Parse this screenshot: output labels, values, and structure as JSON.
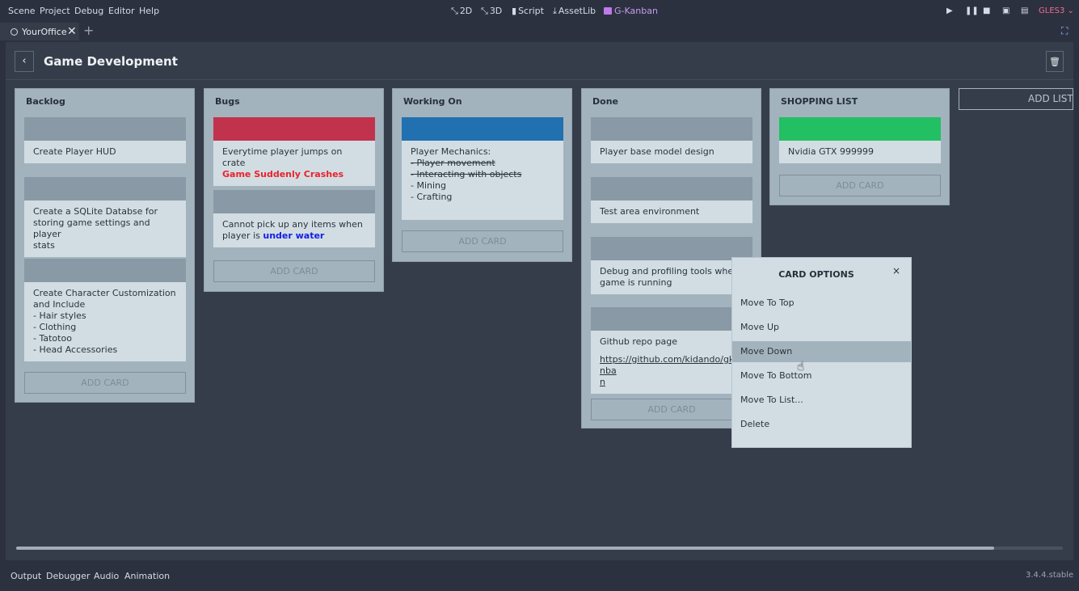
{
  "menu": [
    "Scene",
    "Project",
    "Debug",
    "Editor",
    "Help"
  ],
  "workspaces": [
    {
      "label": "2D",
      "glyph": "⤡"
    },
    {
      "label": "3D",
      "glyph": "⤡"
    },
    {
      "label": "Script",
      "glyph": "▮"
    },
    {
      "label": "AssetLib",
      "glyph": "⤓"
    },
    {
      "label": "G-Kanban",
      "glyph": ""
    }
  ],
  "renderer": "GLES3 ⌄",
  "tab": {
    "label": "YourOffice",
    "close": "✕",
    "add": "+"
  },
  "board": {
    "title": "Game Development",
    "back": "‹",
    "trash": "🗑"
  },
  "lists": [
    {
      "title": "Backlog",
      "cards": [
        {
          "lines": [
            "Create Player HUD"
          ]
        },
        {
          "lines": [
            "Create a SQLite Databse for",
            "storing game settings and player",
            "stats"
          ]
        },
        {
          "lines": [
            "Create Character Customization",
            "and Include",
            "- Hair styles",
            "- Clothing",
            "- Tatotoo",
            "- Head Accessories"
          ]
        }
      ],
      "add_card": "ADD CARD"
    },
    {
      "title": "Bugs",
      "cards": [
        {
          "label_color": "#c1334c",
          "text": "Everytime player jumps on crate",
          "highlight": "Game Suddenly Crashes"
        },
        {
          "text_a": "Cannot pick up any items when",
          "text_b": "player is ",
          "highlight": "under water"
        }
      ],
      "add_card": "ADD CARD"
    },
    {
      "title": "Working On",
      "cards": [
        {
          "label_color": "#2171b0",
          "intro": "Player Mechanics:",
          "done": [
            "- Player movement",
            "- Interacting with objects"
          ],
          "todo": [
            "- Mining",
            "- Crafting"
          ]
        }
      ],
      "add_card": "ADD CARD"
    },
    {
      "title": "Done",
      "cards": [
        {
          "lines": [
            "Player base model design"
          ]
        },
        {
          "lines": [
            "Test area environment"
          ]
        },
        {
          "lines": [
            "Debug and profiling tools when",
            "game is running"
          ]
        },
        {
          "title": "Github repo page",
          "link": "https://github.com/kidando/gkanba",
          "link_tail": "n"
        }
      ],
      "add_card": "ADD CARD"
    },
    {
      "title": "SHOPPING LIST",
      "cards": [
        {
          "label_color": "#22c063",
          "lines": [
            "Nvidia GTX 999999"
          ]
        }
      ],
      "add_card": "ADD CARD"
    }
  ],
  "add_list": "ADD LIST",
  "popup": {
    "title": "CARD OPTIONS",
    "close": "×",
    "options": [
      "Move To Top",
      "Move Up",
      "Move Down",
      "Move To Bottom",
      "Move To List...",
      "Delete"
    ],
    "highlighted_index": 2
  },
  "bottom_tabs": [
    "Output",
    "Debugger",
    "Audio",
    "Animation"
  ],
  "version": "3.4.4.stable"
}
